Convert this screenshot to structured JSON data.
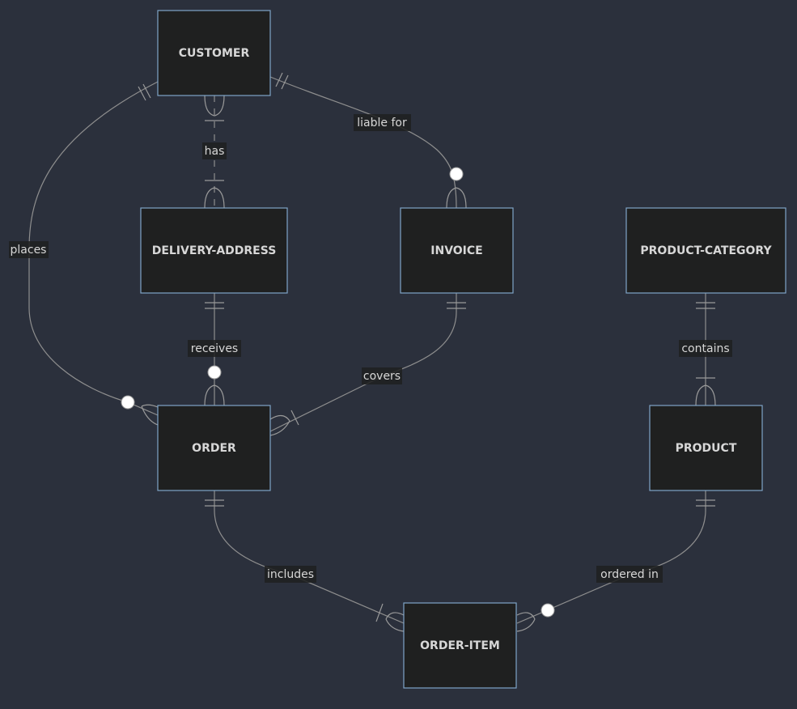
{
  "diagram": {
    "entities": [
      {
        "id": "customer",
        "label": "CUSTOMER"
      },
      {
        "id": "delivery_address",
        "label": "DELIVERY-ADDRESS"
      },
      {
        "id": "invoice",
        "label": "INVOICE"
      },
      {
        "id": "product_category",
        "label": "PRODUCT-CATEGORY"
      },
      {
        "id": "order",
        "label": "ORDER"
      },
      {
        "id": "product",
        "label": "PRODUCT"
      },
      {
        "id": "order_item",
        "label": "ORDER-ITEM"
      }
    ],
    "relationships": [
      {
        "id": "places",
        "label": "places",
        "from": "CUSTOMER",
        "to": "ORDER",
        "from_cardinality": "exactly-one",
        "to_cardinality": "zero-or-more"
      },
      {
        "id": "has",
        "label": "has",
        "from": "CUSTOMER",
        "to": "DELIVERY-ADDRESS",
        "from_cardinality": "one-or-more",
        "to_cardinality": "one-or-more"
      },
      {
        "id": "liable_for",
        "label": "liable for",
        "from": "CUSTOMER",
        "to": "INVOICE",
        "from_cardinality": "exactly-one",
        "to_cardinality": "zero-or-more"
      },
      {
        "id": "receives",
        "label": "receives",
        "from": "DELIVERY-ADDRESS",
        "to": "ORDER",
        "from_cardinality": "exactly-one",
        "to_cardinality": "zero-or-more"
      },
      {
        "id": "covers",
        "label": "covers",
        "from": "INVOICE",
        "to": "ORDER",
        "from_cardinality": "exactly-one",
        "to_cardinality": "one-or-more"
      },
      {
        "id": "contains",
        "label": "contains",
        "from": "PRODUCT-CATEGORY",
        "to": "PRODUCT",
        "from_cardinality": "exactly-one",
        "to_cardinality": "one-or-more"
      },
      {
        "id": "includes",
        "label": "includes",
        "from": "ORDER",
        "to": "ORDER-ITEM",
        "from_cardinality": "exactly-one",
        "to_cardinality": "one-or-more"
      },
      {
        "id": "ordered_in",
        "label": "ordered in",
        "from": "PRODUCT",
        "to": "ORDER-ITEM",
        "from_cardinality": "exactly-one",
        "to_cardinality": "zero-or-more"
      }
    ]
  }
}
